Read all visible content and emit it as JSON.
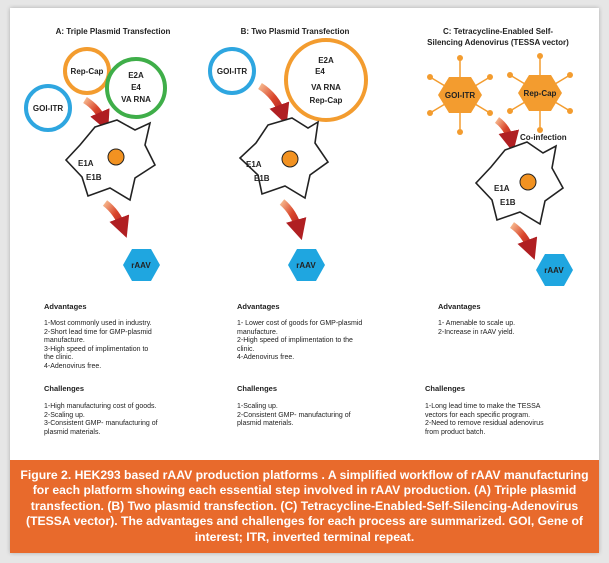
{
  "panels": [
    {
      "title": "A: Triple Plasmid Transfection",
      "plasmids": [
        "GOI-ITR",
        "Rep-Cap",
        "E2A",
        "E4",
        "VA RNA"
      ],
      "cell_genes": [
        "E1A",
        "E1B"
      ],
      "product": "rAAV",
      "advantages_title": "Advantages",
      "advantages": [
        "1-Most commonly used in industry.",
        "2-Short lead time for GMP-plasmid",
        "manufacture.",
        "3-High speed of implimentation to",
        "the clinic.",
        "4-Adenovirus free."
      ],
      "challenges_title": "Challenges",
      "challenges": [
        "1-High manufacturing cost of goods.",
        "2-Scaling up.",
        "3-Consistent GMP- manufacturing of",
        "plasmid materials."
      ]
    },
    {
      "title": "B: Two Plasmid Transfection",
      "plasmids": [
        "GOI-ITR",
        "E2A",
        "E4",
        "VA RNA",
        "Rep-Cap"
      ],
      "cell_genes": [
        "E1A",
        "E1B"
      ],
      "product": "rAAV",
      "advantages_title": "Advantages",
      "advantages": [
        "1- Lower cost of goods for GMP-plasmid",
        "manufacture.",
        "2-High speed of implimentation to the",
        "clinic.",
        "4-Adenovirus free."
      ],
      "challenges_title": "Challenges",
      "challenges": [
        "1-Scaling up.",
        "2-Consistent GMP- manufacturing of",
        "plasmid materials."
      ]
    },
    {
      "title_line1": "C: Tetracycline-Enabled Self-",
      "title_line2": "Silencing Adenovirus (TESSA vector)",
      "viruses": [
        "GOI-ITR",
        "Rep-Cap"
      ],
      "coinfection": "Co-infection",
      "cell_genes": [
        "E1A",
        "E1B"
      ],
      "product": "rAAV",
      "advantages_title": "Advantages",
      "advantages": [
        "1- Amenable to scale up.",
        "2-Increase in rAAV yield."
      ],
      "challenges_title": "Challenges",
      "challenges": [
        "1-Long lead time to make the TESSA",
        "vectors for each specific program.",
        "2-Need to remove residual adenovirus",
        "from product batch."
      ]
    }
  ],
  "caption": "Figure 2. HEK293 based rAAV production platforms .  A simplified workflow of rAAV manufacturing for each platform showing each essential step involved in rAAV production. (A) Triple plasmid transfection. (B) Two plasmid transfection. (C) Tetracycline-Enabled-Self-Silencing-Adenovirus (TESSA vector). The advantages and challenges for each process are summarized. GOI, Gene of interest; ITR, inverted terminal repeat.",
  "colors": {
    "goi_ring": "#2ea6e0",
    "repcap_ring": "#f39c2f",
    "helper_ring": "#3fae49",
    "nucleus": "#f29221",
    "arrow": "#c1272d",
    "raav": "#1fa6e0",
    "virus": "#f39c2f",
    "caption_bg": "#e86a2c"
  }
}
